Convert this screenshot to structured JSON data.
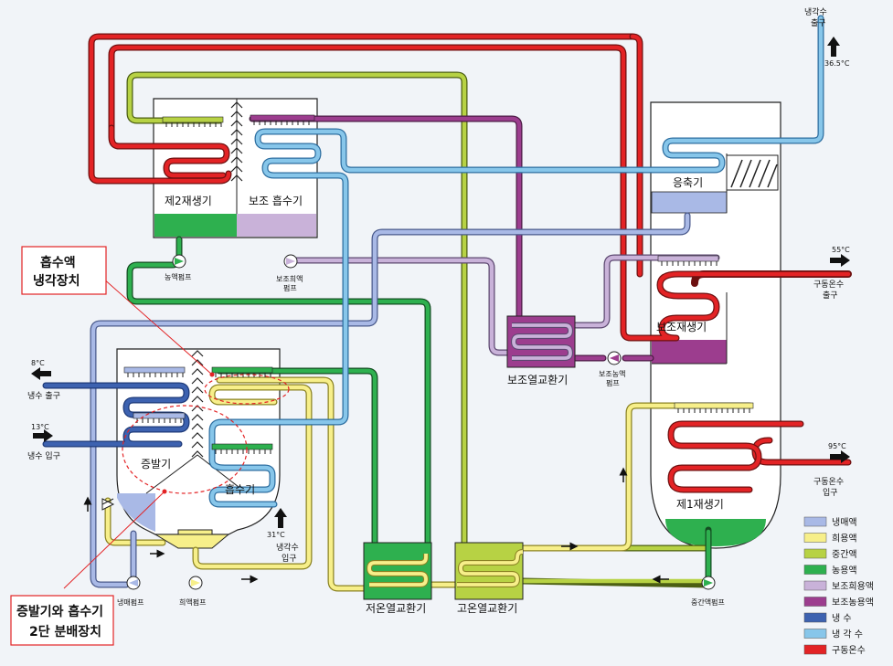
{
  "labels": {
    "gen2": "제2재생기",
    "aux_absorber": "보조 흡수기",
    "condenser": "응축기",
    "aux_generator": "보조재생기",
    "aux_hx": "보조열교환기",
    "gen1": "제1재생기",
    "evaporator": "증발기",
    "absorber": "흡수기",
    "low_hx": "저온열교환기",
    "high_hx": "고온열교환기",
    "conc_pump": "농액펌프",
    "aux_dilute_pump_l1": "보조희액",
    "aux_dilute_pump_l2": "펌프",
    "aux_conc_pump_l1": "보조농액",
    "aux_conc_pump_l2": "펌프",
    "refrigerant_pump": "냉매펌프",
    "dilute_pump": "희액펌프",
    "mid_pump": "중간액펌프"
  },
  "streams": {
    "cooling_water_out_l1": "냉각수",
    "cooling_water_out_l2": "출구",
    "cooling_water_out_temp": "36.5°C",
    "cooling_water_in_l1": "냉각수",
    "cooling_water_in_l2": "입구",
    "cooling_water_in_temp": "31°C",
    "chilled_out_temp": "8°C",
    "chilled_out": "냉수 출구",
    "chilled_in_temp": "13°C",
    "chilled_in": "냉수 입구",
    "hot_out_temp": "55°C",
    "hot_out_l1": "구동온수",
    "hot_out_l2": "출구",
    "hot_in_temp": "95°C",
    "hot_in_l1": "구동온수",
    "hot_in_l2": "입구"
  },
  "callouts": {
    "absorbent_cooling_l1": "흡수액",
    "absorbent_cooling_l2": "냉각장치",
    "two_stage_l1": "증발기와 흡수기",
    "two_stage_l2": "2단 분배장치"
  },
  "legend": [
    {
      "label": "냉매액",
      "color": "#a9b9e6"
    },
    {
      "label": "희용액",
      "color": "#f7ef8a"
    },
    {
      "label": "중간액",
      "color": "#b7d244"
    },
    {
      "label": "농용액",
      "color": "#2eb04f"
    },
    {
      "label": "보조희용액",
      "color": "#c9b2d9"
    },
    {
      "label": "보조농용액",
      "color": "#9c3d8e"
    },
    {
      "label": "냉    수",
      "color": "#3d62b0"
    },
    {
      "label": "냉 각 수",
      "color": "#87c6ea"
    },
    {
      "label": "구동온수",
      "color": "#e32325"
    }
  ],
  "colors": {
    "refrigerant": "#a9b9e6",
    "dilute": "#f7ef8a",
    "middle": "#b7d244",
    "concentrated": "#2eb04f",
    "aux_dilute": "#c9b2d9",
    "aux_conc": "#9c3d8e",
    "chilled_water": "#3d62b0",
    "cooling_water": "#87c6ea",
    "hot_water": "#e32325"
  }
}
